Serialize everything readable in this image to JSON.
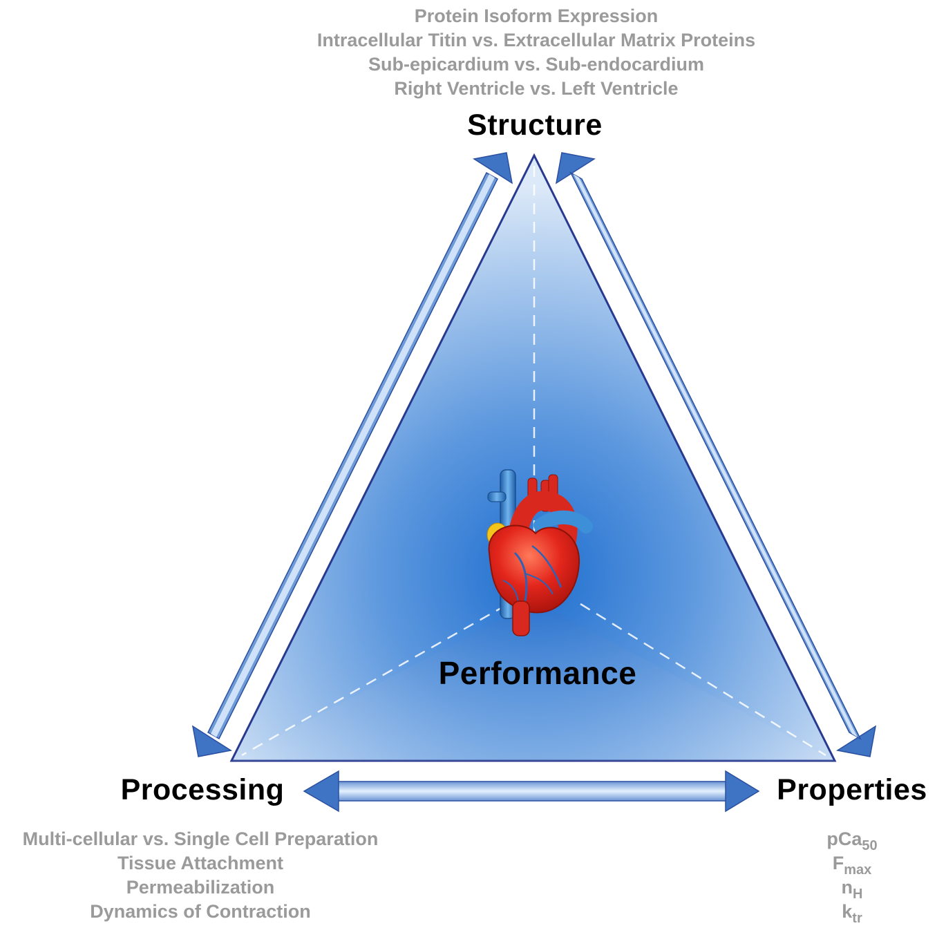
{
  "structure": {
    "label": "Structure",
    "notes": [
      "Protein Isoform Expression",
      "Intracellular Titin vs. Extracellular Matrix Proteins",
      "Sub-epicardium vs. Sub-endocardium",
      "Right Ventricle vs. Left Ventricle"
    ]
  },
  "processing": {
    "label": "Processing",
    "notes": [
      "Multi-cellular vs. Single Cell Preparation",
      "Tissue Attachment",
      "Permeabilization",
      "Dynamics of Contraction"
    ]
  },
  "properties": {
    "label": "Properties",
    "notes": [
      {
        "base": "pCa",
        "sub": "50"
      },
      {
        "base": "F",
        "sub": "max"
      },
      {
        "base": "n",
        "sub": "H"
      },
      {
        "base": "k",
        "sub": "tr"
      }
    ]
  },
  "performance": {
    "label": "Performance"
  },
  "center_image": {
    "icon": "heart-icon"
  },
  "colors": {
    "arrow_blue": "#3f73c4",
    "arrow_light": "#ddeeff",
    "triangle_outline": "#283a8f",
    "triangle_center": "#1f6fd0",
    "triangle_edge": "#dce9f8",
    "notes_gray": "#9a9a9a",
    "heart_red": "#e3261c",
    "vessel_blue": "#3d8fd8",
    "fat_yellow": "#f3c51c"
  }
}
